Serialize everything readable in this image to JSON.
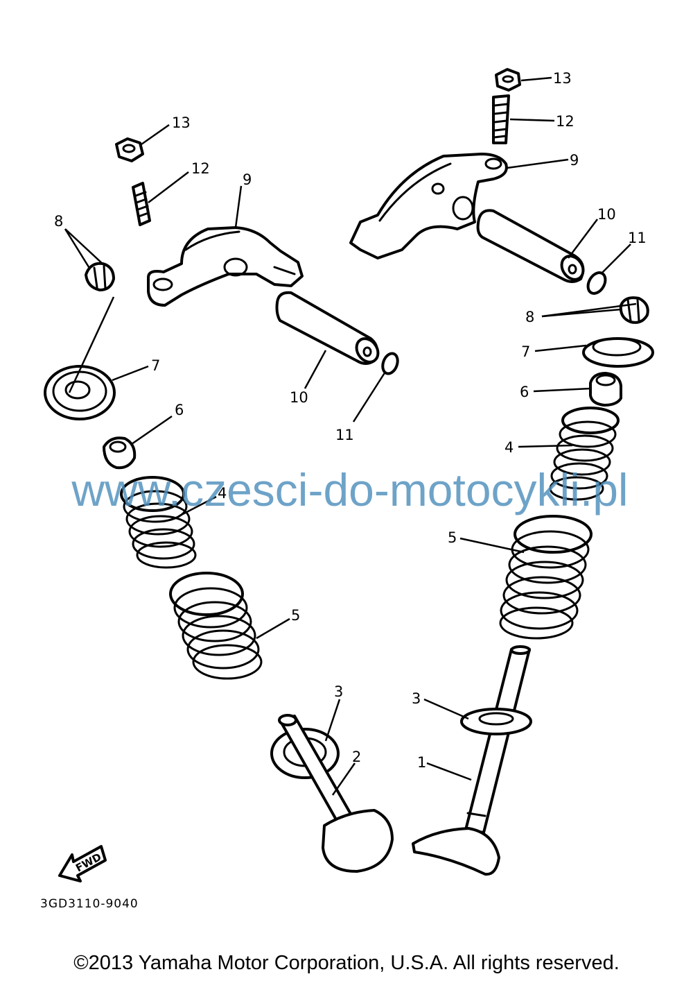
{
  "diagram": {
    "callouts": [
      {
        "id": "c13-left",
        "label": "13"
      },
      {
        "id": "c12-left",
        "label": "12"
      },
      {
        "id": "c9-left",
        "label": "9"
      },
      {
        "id": "c8-left",
        "label": "8"
      },
      {
        "id": "c7-left",
        "label": "7"
      },
      {
        "id": "c10-left",
        "label": "10"
      },
      {
        "id": "c11-left",
        "label": "11"
      },
      {
        "id": "c6-left",
        "label": "6"
      },
      {
        "id": "c4-left",
        "label": "4"
      },
      {
        "id": "c5-left",
        "label": "5"
      },
      {
        "id": "c3-left",
        "label": "3"
      },
      {
        "id": "c2",
        "label": "2"
      },
      {
        "id": "c13-right",
        "label": "13"
      },
      {
        "id": "c12-right",
        "label": "12"
      },
      {
        "id": "c9-right",
        "label": "9"
      },
      {
        "id": "c10-right",
        "label": "10"
      },
      {
        "id": "c11-right",
        "label": "11"
      },
      {
        "id": "c8-right",
        "label": "8"
      },
      {
        "id": "c7-right",
        "label": "7"
      },
      {
        "id": "c6-right",
        "label": "6"
      },
      {
        "id": "c4-right",
        "label": "4"
      },
      {
        "id": "c5-right",
        "label": "5"
      },
      {
        "id": "c3-right",
        "label": "3"
      },
      {
        "id": "c1",
        "label": "1"
      }
    ],
    "fwd_label": "FWD",
    "diagram_code": "3GD3110-9040"
  },
  "watermark": {
    "text": "www.czesci-do-motocykli.pl",
    "color": "#4f8fbd"
  },
  "footer": {
    "copyright": "©2013 Yamaha Motor Corporation, U.S.A. All rights reserved."
  }
}
